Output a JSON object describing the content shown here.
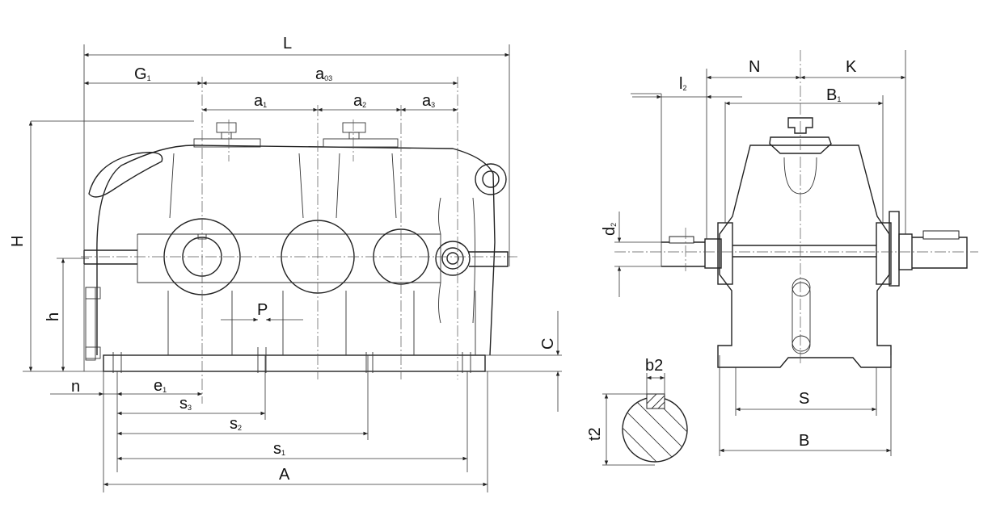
{
  "labels": {
    "L": "L",
    "G1": {
      "main": "G",
      "sub": "1"
    },
    "a03": {
      "main": "a",
      "sub": "03"
    },
    "a1": {
      "main": "a",
      "sub": "1"
    },
    "a2": {
      "main": "a",
      "sub": "2"
    },
    "a3": {
      "main": "a",
      "sub": "3"
    },
    "H": "H",
    "h": "h",
    "P": "P",
    "C": "C",
    "n": "n",
    "e1": {
      "main": "e",
      "sub": "1"
    },
    "s3": {
      "main": "s",
      "sub": "3"
    },
    "s2": {
      "main": "s",
      "sub": "2"
    },
    "s1": {
      "main": "s",
      "sub": "1"
    },
    "A": "A",
    "N": "N",
    "K": "K",
    "l2": {
      "main": "l",
      "sub": "2"
    },
    "B1": {
      "main": "B",
      "sub": "1"
    },
    "d2": {
      "main": "d",
      "sub": "2"
    },
    "S": "S",
    "B": "B",
    "b2": {
      "main": "b",
      "sub": "2"
    },
    "t2": {
      "main": "t",
      "sub": "2"
    }
  }
}
